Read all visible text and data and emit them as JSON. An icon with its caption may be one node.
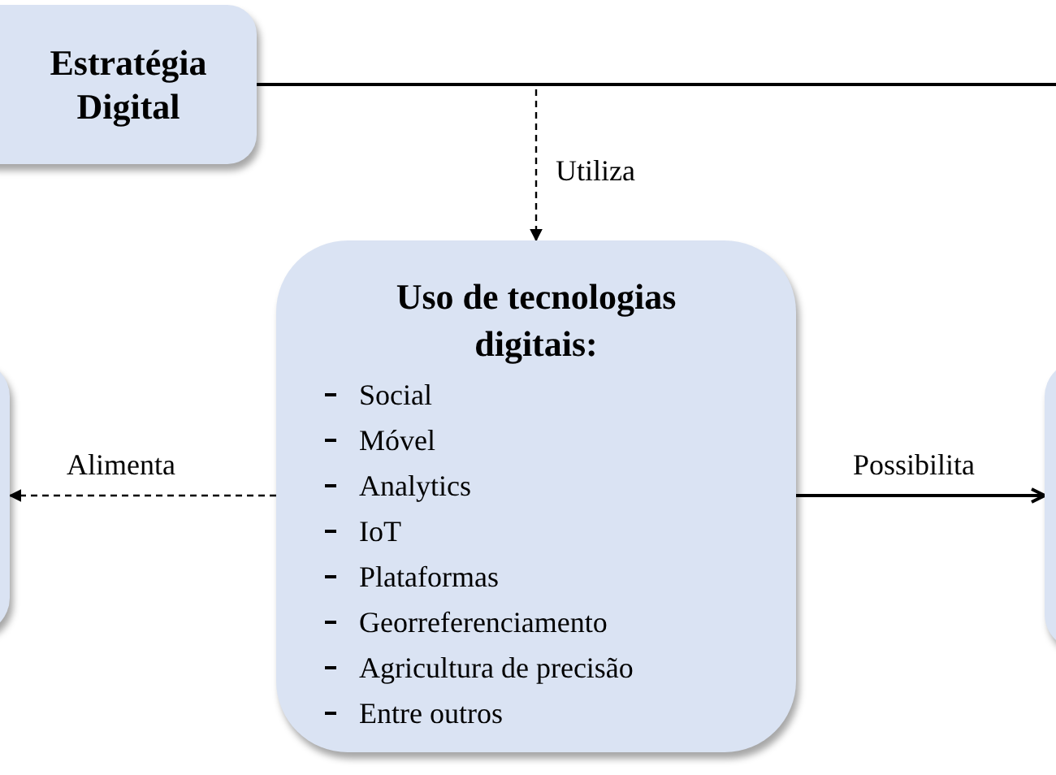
{
  "diagram": {
    "nodes": [
      {
        "text": [
          "Estratégia Digital"
        ]
      },
      {
        "text": [
          "Uso de tecnologias digitais:",
          "Social",
          "Móvel",
          "Analytics",
          "IoT",
          "Plataformas",
          "Georreferenciamento",
          "Agricultura de precisão",
          "Entre outros"
        ]
      },
      {
        "text": [],
        "shape": "box"
      },
      {
        "text": [],
        "shape": "box"
      }
    ],
    "edges": [
      {
        "from": 0,
        "to": null,
        "arrow": "none"
      },
      {
        "from": 0,
        "to": 1,
        "arrow": "to",
        "style": "dashed",
        "label": "Utiliza"
      },
      {
        "from": 1,
        "to": 2,
        "arrow": "to",
        "style": "dashed",
        "label": "Alimenta"
      },
      {
        "from": 1,
        "to": 3,
        "arrow": "to",
        "label": "Possibilita"
      }
    ]
  }
}
